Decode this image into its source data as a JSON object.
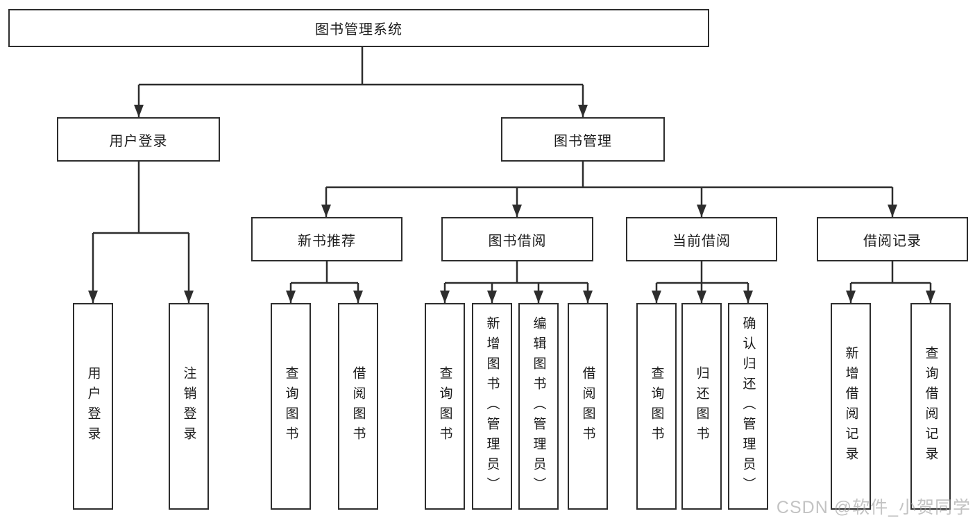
{
  "root": {
    "label": "图书管理系统"
  },
  "branches": {
    "userLogin": {
      "label": "用户登录",
      "leaves": [
        {
          "label": "用户登录"
        },
        {
          "label": "注销登录"
        }
      ]
    },
    "bookMgmt": {
      "label": "图书管理",
      "groups": [
        {
          "label": "新书推荐",
          "leaves": [
            {
              "label": "查询图书"
            },
            {
              "label": "借阅图书"
            }
          ]
        },
        {
          "label": "图书借阅",
          "leaves": [
            {
              "label": "查询图书"
            },
            {
              "label": "新增图书（管理员）"
            },
            {
              "label": "编辑图书（管理员）"
            },
            {
              "label": "借阅图书"
            }
          ]
        },
        {
          "label": "当前借阅",
          "leaves": [
            {
              "label": "查询图书"
            },
            {
              "label": "归还图书"
            },
            {
              "label": "确认归还（管理员）"
            }
          ]
        },
        {
          "label": "借阅记录",
          "leaves": [
            {
              "label": "新增借阅记录"
            },
            {
              "label": "查询借阅记录"
            }
          ]
        }
      ]
    }
  },
  "watermark": {
    "text": "CSDN @软件_小贺同学"
  },
  "colors": {
    "line": "#2d2d2d",
    "box_border": "#2d2d2d",
    "text": "#1b1b1b",
    "watermark": "#9e9e9e",
    "background": "#ffffff"
  }
}
